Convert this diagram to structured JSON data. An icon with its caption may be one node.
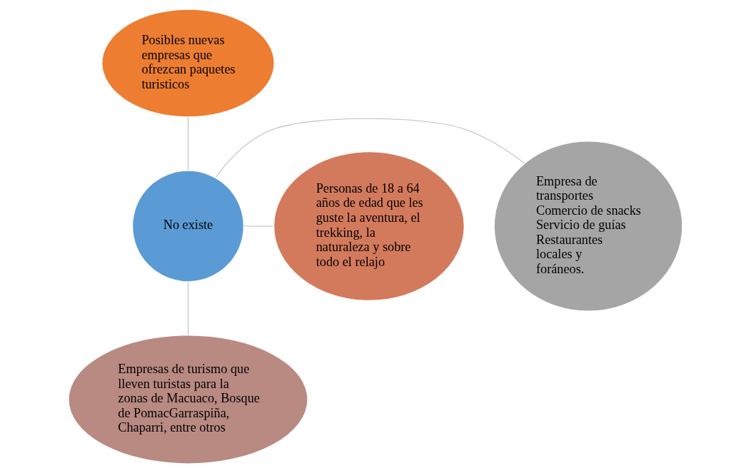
{
  "diagram": {
    "nodes": [
      {
        "text": [
          "Posibles nuevas empresas que ofrezcan paquetes turisticos"
        ]
      },
      {
        "text": [
          "Empresa de transportes",
          "Comercio de snacks",
          "Servicio de guías",
          "Restaurantes locales y foráneos."
        ]
      },
      {
        "text": [
          "No existe"
        ]
      },
      {
        "text": [
          "Personas de 18 a 64 años de edad que les guste la aventura, el trekking, la naturaleza y sobre todo el relajo"
        ]
      },
      {
        "text": [
          "Empresas de turismo que lleven turistas para la zonas de Macuaco, Bosque de PomacGarraspiña, Chaparri, entre otros"
        ]
      }
    ],
    "edges": [
      {
        "from": 2,
        "to": 0,
        "arrow": "none",
        "color": "#bfbfbf"
      },
      {
        "from": 2,
        "to": 1,
        "arrow": "none",
        "color": "#bfbfbf"
      },
      {
        "from": 2,
        "to": 3,
        "arrow": "none",
        "color": "#bfbfbf"
      },
      {
        "from": 2,
        "to": 4,
        "arrow": "none",
        "color": "#bfbfbf"
      }
    ]
  }
}
